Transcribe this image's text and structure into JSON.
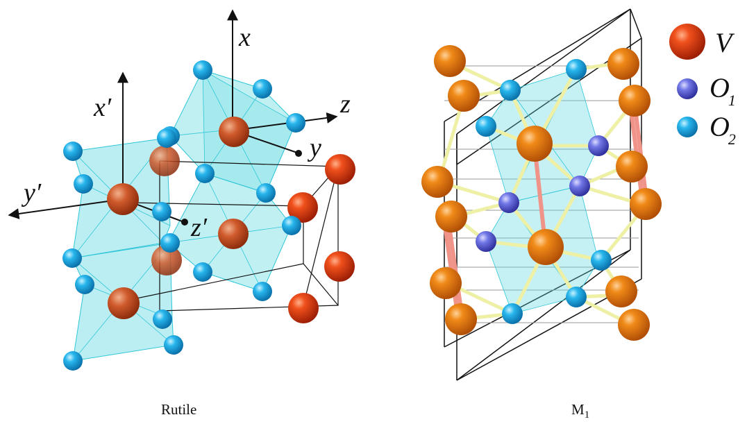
{
  "left_panel": {
    "caption": "Rutile",
    "axes": {
      "x": "x",
      "y": "y",
      "z": "z",
      "xp": "x′",
      "yp": "y′",
      "zp": "z′"
    }
  },
  "right_panel": {
    "caption_main": "M",
    "caption_sub": "1"
  },
  "legend": {
    "v_label": "V",
    "o1_main": "O",
    "o1_sub": "1",
    "o2_main": "O",
    "o2_sub": "2"
  },
  "colors": {
    "vanadium_rutile": "#e23a10",
    "vanadium_m1": "#ec7a12",
    "oxygen_1": "#6f73e6",
    "oxygen_2": "#1fb4ea",
    "octahedron_fill": "#5cd7df",
    "bond_yellow": "#eef0a6",
    "bond_pink": "#f0948a"
  }
}
